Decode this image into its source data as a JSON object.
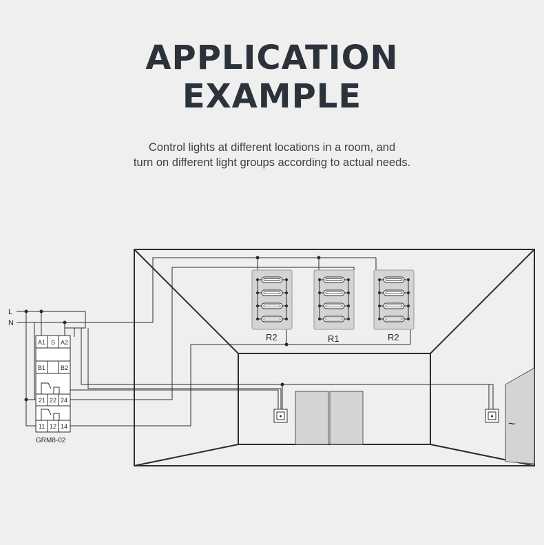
{
  "header": {
    "title_line1": "APPLICATION",
    "title_line2": "EXAMPLE",
    "subtitle_line1": "Control lights at different locations in a room, and",
    "subtitle_line2": "turn on different light groups according to actual needs."
  },
  "device": {
    "model": "GRM8-02",
    "terminals": {
      "a1": "A1",
      "s": "S",
      "a2": "A2",
      "b1": "B1",
      "b2": "B2",
      "t21": "21",
      "t22": "22",
      "t24": "24",
      "t11": "11",
      "t12": "12",
      "t14": "14"
    }
  },
  "supply": {
    "line": "L",
    "neutral": "N"
  },
  "light_groups": {
    "left": "R2",
    "middle": "R1",
    "right": "R2"
  },
  "door_symbol": "~",
  "colors": {
    "ink": "#2b2b2b",
    "background": "#efefef",
    "panel": "#d4d4d4",
    "title": "#2b323b"
  }
}
